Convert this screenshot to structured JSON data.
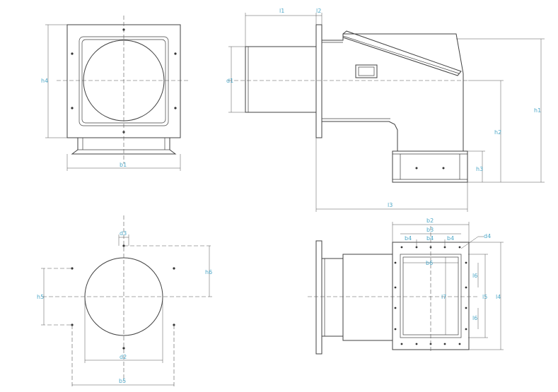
{
  "labels": {
    "h4": "h4",
    "b1": "b1",
    "l1": "l1",
    "l2": "l2",
    "d1": "d1",
    "h1": "h1",
    "h2": "h2",
    "h3": "h3",
    "l3": "l3",
    "d3": "d3",
    "h6": "h6",
    "h5": "h5",
    "d2": "d2",
    "b5": "b5",
    "b2": "b2",
    "b3": "b3",
    "b4": "b4",
    "d4": "d4",
    "b6": "b6",
    "l6": "l6",
    "l7": "l7",
    "l5": "l5",
    "l4": "l4"
  }
}
